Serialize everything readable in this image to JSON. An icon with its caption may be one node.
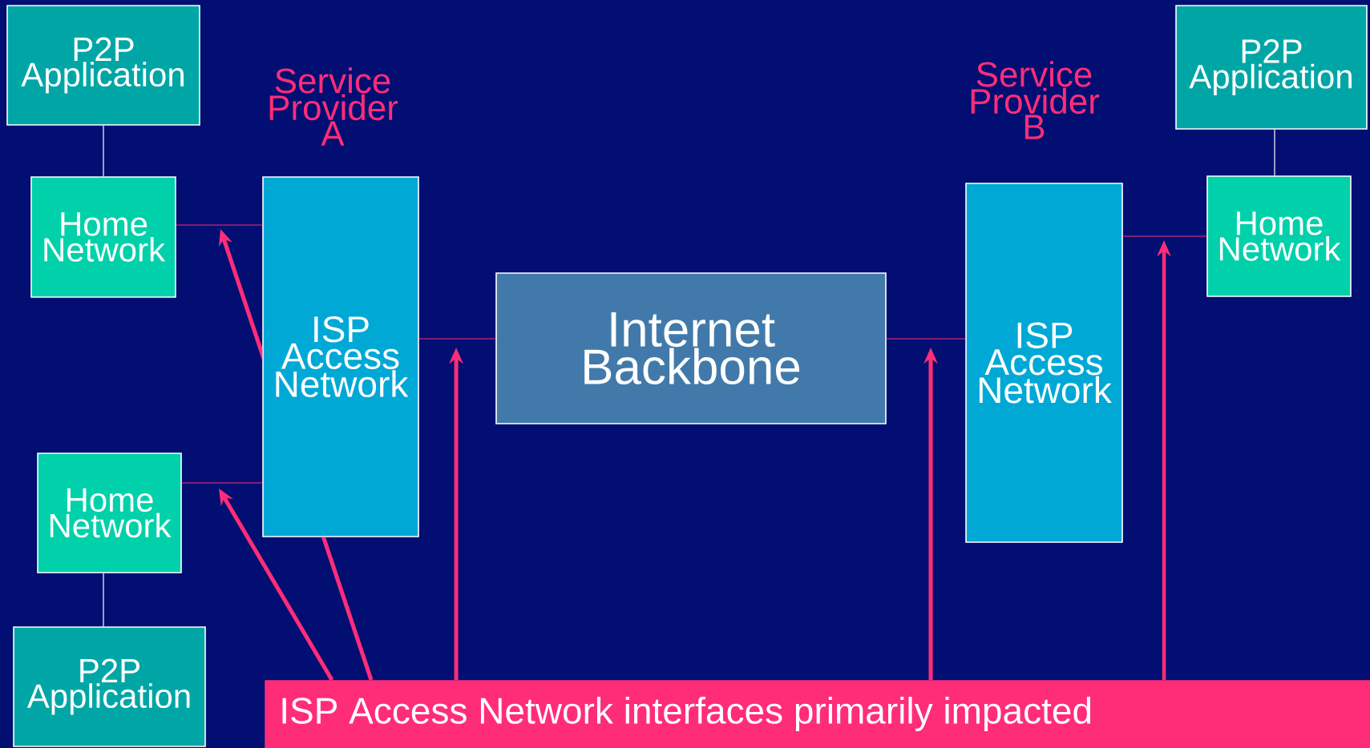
{
  "diagram": {
    "nodes": [
      {
        "text": [
          "P2P Application"
        ]
      },
      {
        "text": [
          "Home Network"
        ]
      },
      {
        "text": [
          "Service Provider A",
          "ISP Access Network"
        ]
      },
      {
        "text": [
          "Internet Backbone"
        ]
      },
      {
        "text": [
          "Service Provider B",
          "ISP Access Network"
        ]
      },
      {
        "text": [
          "P2P Application"
        ]
      },
      {
        "text": [
          "Home Network"
        ]
      },
      {
        "text": [
          "Home Network"
        ]
      },
      {
        "text": [
          "P2P Application"
        ]
      },
      {
        "text": [
          "ISP Access Network interfaces primarily impacted"
        ]
      }
    ],
    "edges": [
      {
        "from": 0,
        "to": 1,
        "arrow": "none",
        "color": "#ffffff"
      },
      {
        "from": 1,
        "to": 2,
        "arrow": "none"
      },
      {
        "from": 7,
        "to": 2,
        "arrow": "none"
      },
      {
        "from": 2,
        "to": 3,
        "arrow": "none"
      },
      {
        "from": 3,
        "to": 4,
        "arrow": "none"
      },
      {
        "from": 4,
        "to": 6,
        "arrow": "none"
      },
      {
        "from": 5,
        "to": 6,
        "arrow": "none",
        "color": "#ffffff"
      },
      {
        "from": 7,
        "to": 8,
        "arrow": "none",
        "color": "#ffffff"
      },
      {
        "from": 9,
        "to": null,
        "arrow": "to",
        "style": "thick"
      },
      {
        "from": 9,
        "to": null,
        "arrow": "to",
        "style": "thick"
      },
      {
        "from": 9,
        "to": null,
        "arrow": "to",
        "style": "thick"
      },
      {
        "from": 9,
        "to": null,
        "arrow": "to",
        "style": "thick"
      },
      {
        "from": 9,
        "to": null,
        "arrow": "to",
        "style": "thick"
      }
    ]
  }
}
